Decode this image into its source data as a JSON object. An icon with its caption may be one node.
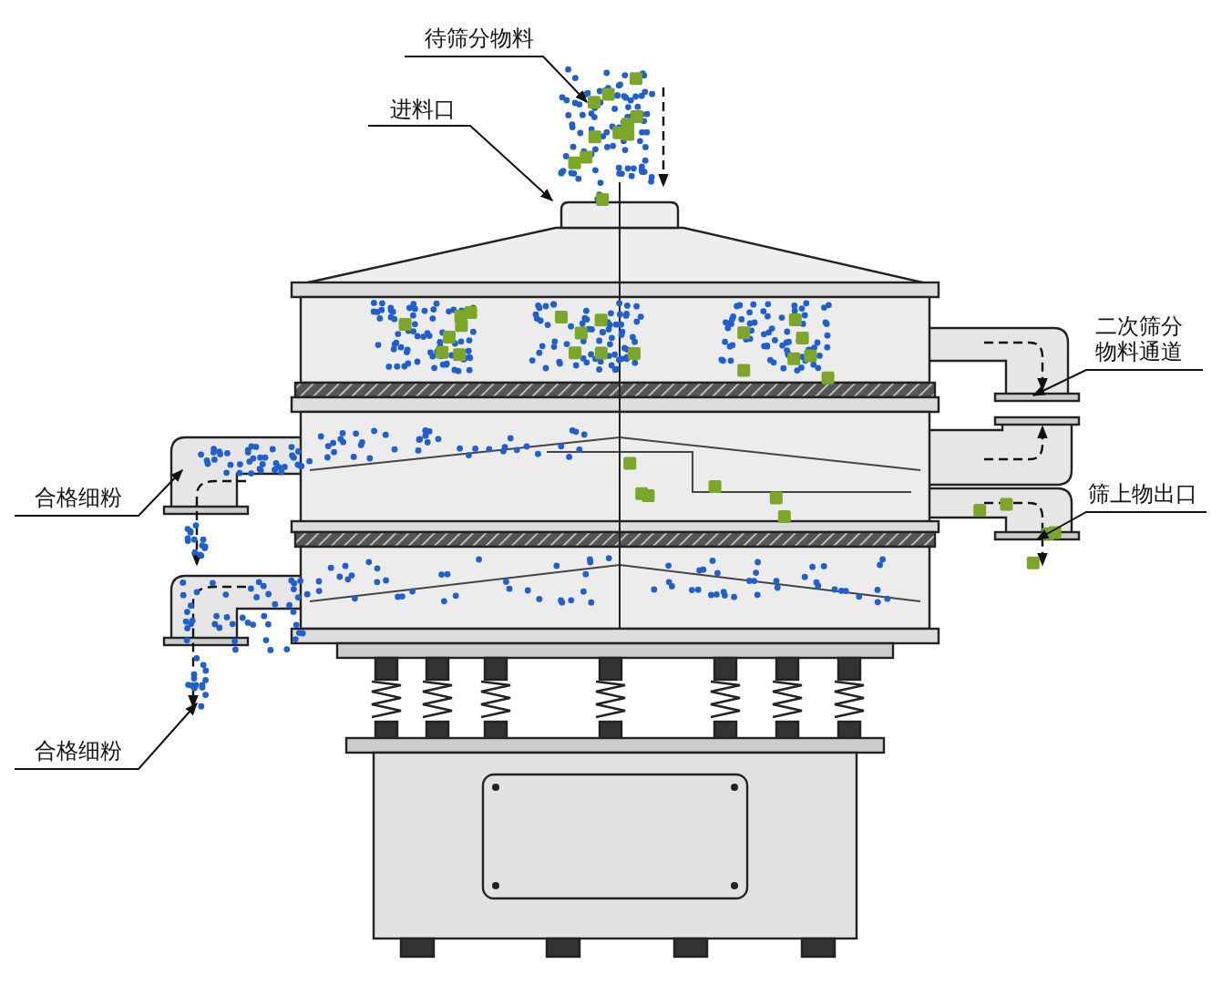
{
  "diagram": {
    "nodes": [
      {
        "text": [
          "待筛分物料"
        ]
      },
      {
        "text": [
          "进料口"
        ]
      },
      {
        "text": [
          "二次筛分物料通道"
        ]
      },
      {
        "text": [
          "合格细粉"
        ]
      },
      {
        "text": [
          "筛上物出口"
        ]
      },
      {
        "text": [
          "合格细粉"
        ]
      }
    ],
    "edges": [
      {
        "from": 0,
        "to": null,
        "arrow": "to"
      },
      {
        "from": 1,
        "to": null,
        "arrow": "to"
      },
      {
        "from": 2,
        "to": null,
        "arrow": "to"
      },
      {
        "from": 3,
        "to": null,
        "arrow": "to"
      },
      {
        "from": 4,
        "to": null,
        "arrow": "to"
      },
      {
        "from": 5,
        "to": null,
        "arrow": "to"
      }
    ]
  }
}
